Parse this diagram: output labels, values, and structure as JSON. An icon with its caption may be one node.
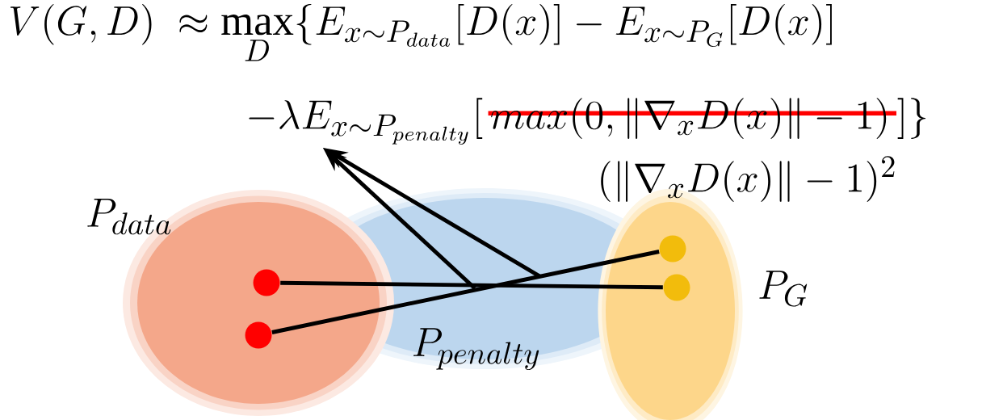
{
  "diagram": {
    "nodes": [
      {
        "text": [
          "P_{data}"
        ]
      },
      {
        "text": [],
        "shape": "circle",
        "in": 0
      },
      {
        "text": [],
        "shape": "circle",
        "in": 0
      },
      {
        "text": [
          "P_{penalty}"
        ]
      },
      {
        "text": [
          "P_{G}"
        ]
      },
      {
        "text": [],
        "shape": "circle",
        "in": 4
      },
      {
        "text": [],
        "shape": "circle",
        "in": 4
      },
      {
        "text": [
          "-\\lambda E_{x\\sim P_{penalty}}["
        ]
      }
    ],
    "edges": [
      {
        "from": 1,
        "to": 6,
        "arrow": "none"
      },
      {
        "from": 2,
        "to": 5,
        "arrow": "none"
      },
      {
        "from": null,
        "to": 7,
        "arrow": "to"
      },
      {
        "from": null,
        "to": 7,
        "arrow": "to"
      }
    ],
    "labels": [
      "V(G,D)\\ \\approx \\max\\limits_{D}\\{E_{x\\sim P_{data}}[D(x)]-E_{x\\sim P_{G}}[D(x)]",
      "max(0,\\|\\nabla_{x}D(x)\\|-1)",
      "]\\}",
      "(\\|\\nabla_{x}D(x)\\|-1)^{2}"
    ]
  }
}
